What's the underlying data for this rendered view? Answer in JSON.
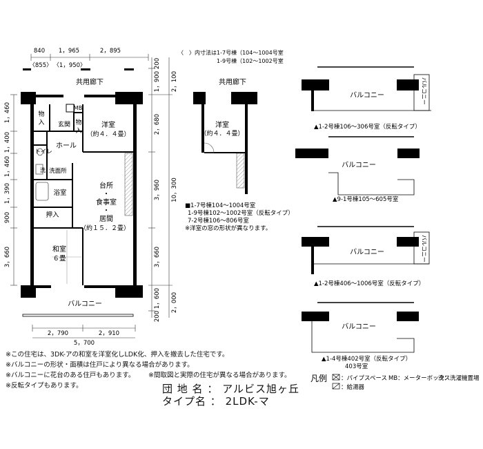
{
  "floorplan": {
    "dims_top": {
      "d1": "840",
      "d1b": "〈855〉",
      "d2": "1，965",
      "d2b": "〈1，950〉",
      "d3": "2，895"
    },
    "dims_left": [
      "1，460",
      "1，400",
      "1，460",
      "1，390",
      "900",
      "3，660"
    ],
    "dims_right_a": [
      "200",
      "1，900",
      "2，680",
      "3，960",
      "3，660",
      "1，600",
      "200"
    ],
    "dims_right_b": [
      "2，100",
      "10，300",
      "2，000"
    ],
    "dims_bottom": {
      "d1": "2，790",
      "d2": "2，910",
      "total": "5，700"
    },
    "corridor": "共用廊下",
    "balcony": "バルコニー",
    "rooms": {
      "storage": "物\n入",
      "mb": "MB",
      "genkan": "玄関",
      "storage2": "物\n入",
      "yoshitsu": "洋室",
      "yoshitsu_size": "（約４．４畳）",
      "toilet": "トイレ",
      "hall": "ホール",
      "washroom": "洗面所",
      "wash_mark": "洗",
      "bath": "浴室",
      "oshiire": "押入",
      "washitsu": "和室",
      "washitsu_size": "６畳",
      "ldk": [
        "台所",
        "・",
        "食事室",
        "・",
        "居間",
        "（約１５．２畳）"
      ]
    }
  },
  "alt_plan": {
    "note": "〈　〉内寸法は1-7号棟（104～1004号室",
    "note2": "1-9号棟（102～1002号室",
    "corridor": "共用廊下",
    "room": "洋室",
    "room_size": "（約４．４畳）",
    "caption": [
      "■1-7号棟104～1004号室",
      "1-9号棟102～1002号室（反転タイプ）",
      "7-2号棟106～806号室",
      "※洋室の窓の形状が異なります。"
    ]
  },
  "balcony_variants": [
    {
      "label": "バルコニー",
      "side": "バルコニー",
      "caption": "▲1-2号棟106～306号室（反転タイプ）"
    },
    {
      "label": "バルコニー",
      "side": "",
      "caption": "▲9-1号棟105～605号室"
    },
    {
      "label": "バルコニー",
      "side": "バルコニー",
      "caption": "▲1-2号棟406～1006号室（反転タイプ）"
    },
    {
      "label": "バルコニー",
      "side": "",
      "caption": "▲1-4号棟402号室（反転タイプ）",
      "caption2": "403号室"
    }
  ],
  "notes": [
    "※この住宅は、3DK-アの和室を洋室化しLDK化、押入を撤去した住宅です。",
    "※バルコニーの形状・面積は住戸により異なる場合があります。",
    "※バルコニーに花台のある住戸もあります。",
    "※間取図と実際の住宅が異なる場合があります。",
    "※反転タイプもあります。"
  ],
  "title": {
    "estate_label": "団 地 名",
    "estate_value": "アルビス旭ヶ丘",
    "type_label": "タイプ名",
    "type_value": "2LDK-マ",
    "colon": "："
  },
  "legend": {
    "heading": "凡例",
    "pipe": "：パイプスペース",
    "mb": "MB：メーターボックス",
    "wash": "洗：洗濯機置場",
    "heater": "：給湯器"
  }
}
